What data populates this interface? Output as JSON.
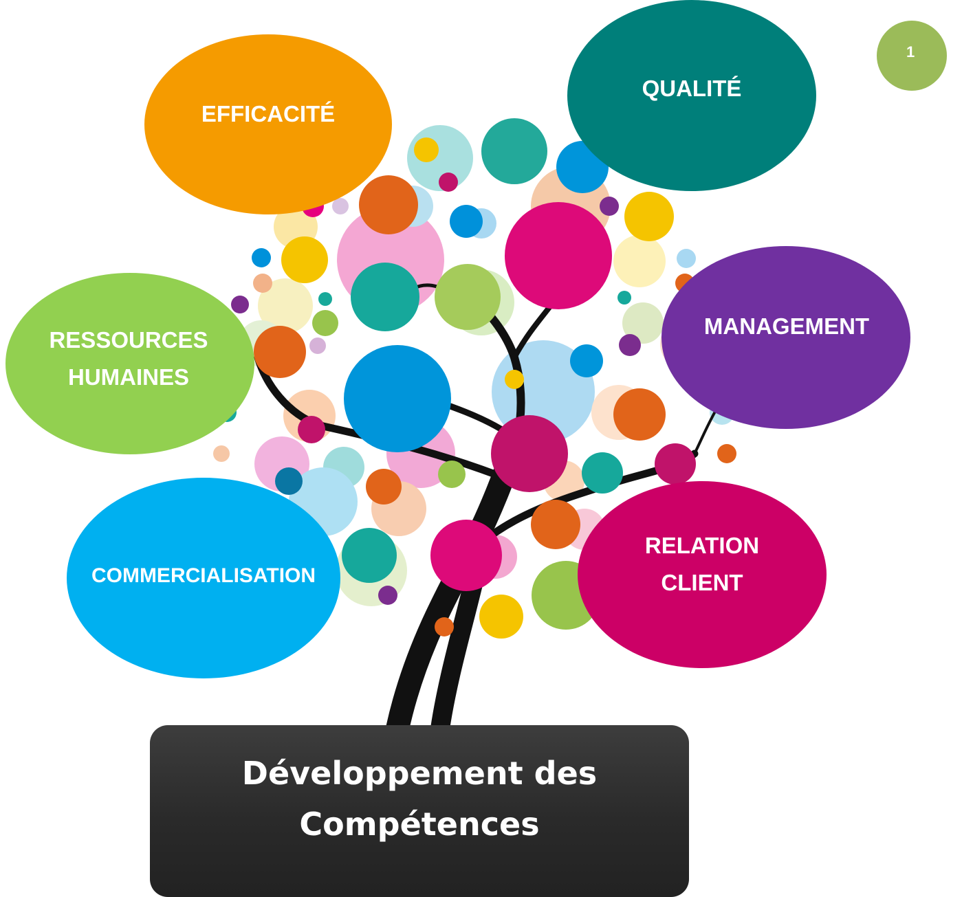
{
  "page_number": "1",
  "title": "Développement des\nCompétences",
  "bubbles": [
    {
      "id": "efficacite",
      "label": "EFFICACITÉ",
      "color": "#f59b00"
    },
    {
      "id": "qualite",
      "label": "QUALITÉ",
      "color": "#007f7a"
    },
    {
      "id": "ressources-humaines",
      "label": "RESSOURCES\nHUMAINES",
      "color": "#92d050"
    },
    {
      "id": "management",
      "label": "MANAGEMENT",
      "color": "#7030a0"
    },
    {
      "id": "commercialisation",
      "label": "COMMERCIALISATION",
      "color": "#00b0f0"
    },
    {
      "id": "relation-client",
      "label": "RELATION\nCLIENT",
      "color": "#cc0066"
    }
  ],
  "colors": {
    "page_badge": "#9bbb59",
    "title_box": "#2b2b2b",
    "trunk": "#111111"
  }
}
